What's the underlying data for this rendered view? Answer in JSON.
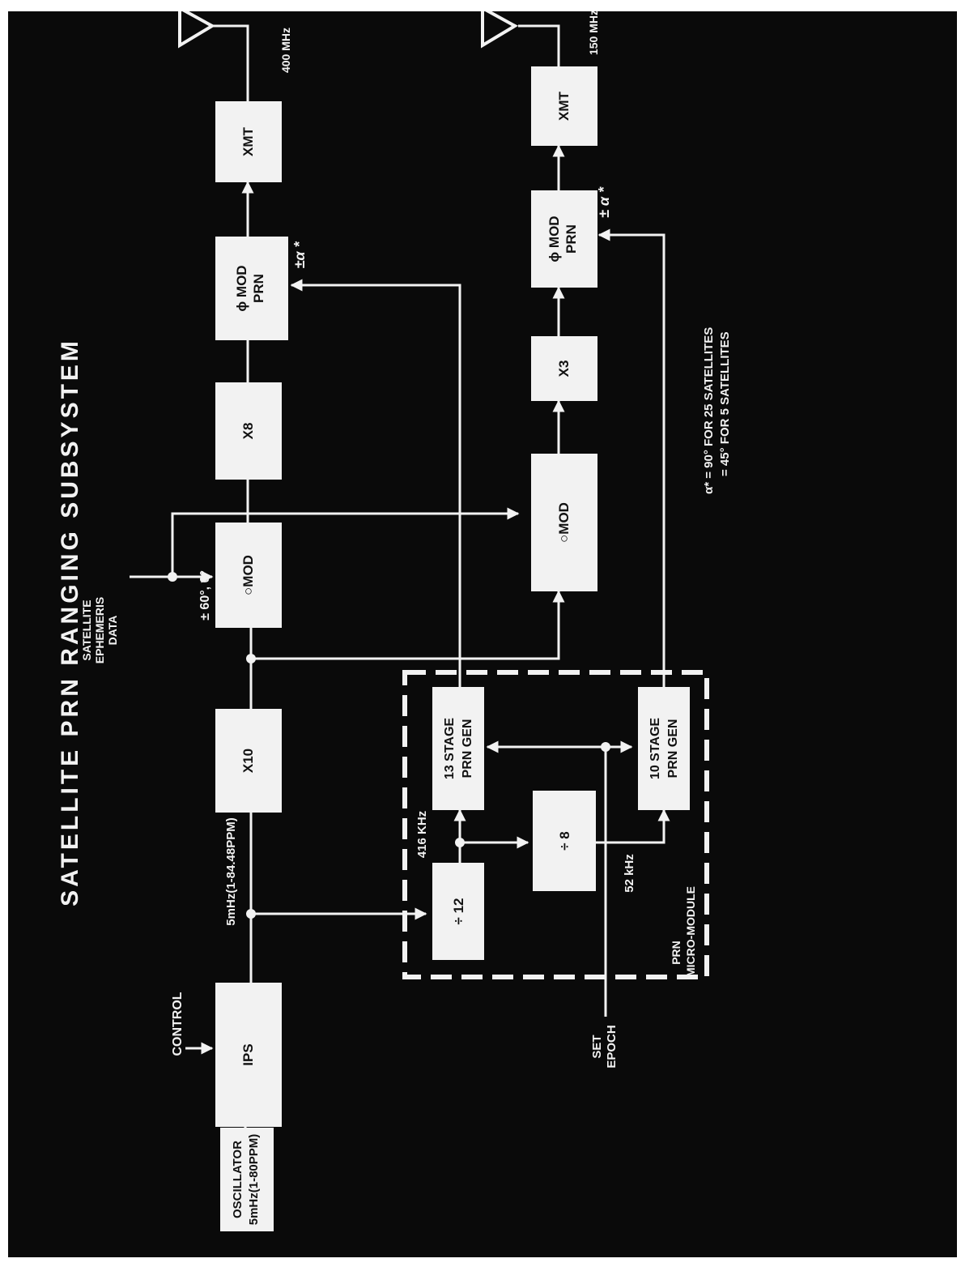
{
  "title": "SATELLITE PRN RANGING SUBSYSTEM",
  "blocks": {
    "oscillator": [
      "OSCILLATOR",
      "5mHz(1-80PPM)"
    ],
    "ips": "IPS",
    "x10": "X10",
    "phase_mod_upper": "○MOD",
    "x8": "X8",
    "phi_mod_prn_upper": [
      "ϕ MOD",
      "PRN"
    ],
    "xmt_upper": "XMT",
    "div12": "÷ 12",
    "div8": "÷ 8",
    "prn13": [
      "13 STAGE",
      "PRN GEN"
    ],
    "prn10": [
      "10 STAGE",
      "PRN GEN"
    ],
    "phase_mod_lower": "○MOD",
    "x3": "X3",
    "phi_mod_prn_lower": [
      "ϕ MOD",
      "PRN"
    ],
    "xmt_lower": "XMT"
  },
  "labels": {
    "control": "CONTROL",
    "freq_5mhz": "5mHz(1-84.48PPM)",
    "freq_416": "416 KHz",
    "freq_52": "52 kHz",
    "ephemeris": [
      "SATELLITE",
      "EPHEMERIS",
      "DATA"
    ],
    "phase_values": "± 60°, 0°",
    "alpha_upper": "±α *",
    "alpha_lower": "± α *",
    "freq_400": "400 MHz",
    "freq_150": "150 MHz",
    "set_epoch": [
      "SET",
      "EPOCH"
    ],
    "prn_module": [
      "PRN",
      "MICRO-MODULE"
    ],
    "alpha_note": [
      "α* =  90° FOR 25 SATELLITES",
      "=  45° FOR 5 SATELLITES"
    ]
  },
  "colors": {
    "background": "#0a0a0a",
    "foreground": "#f2f2f2"
  }
}
